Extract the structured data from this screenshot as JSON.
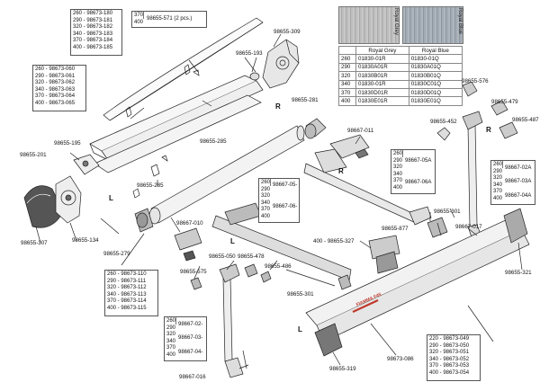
{
  "color_table": {
    "header": [
      "",
      "Royal Grey",
      "Royal Blue"
    ],
    "swatch_labels": [
      "Royal Grey",
      "Royal Blue"
    ],
    "rows": [
      [
        "260",
        "01830-01R",
        "01830-01Q"
      ],
      [
        "290",
        "01830A01R",
        "01830A01Q"
      ],
      [
        "320",
        "01830B01R",
        "01830B01Q"
      ],
      [
        "340",
        "01830-01R",
        "01830C01Q"
      ],
      [
        "370",
        "01830D01R",
        "01830D01Q"
      ],
      [
        "400",
        "01830E01R",
        "01830E01Q"
      ]
    ],
    "colors": {
      "grey": "#b9b9b9",
      "blue": "#9aa3ad"
    }
  },
  "part_lists": {
    "top_front": [
      "260 - 98673-180",
      "290 - 98673-181",
      "320 - 98673-182",
      "340 - 98673-183",
      "370 - 98673-184",
      "400 - 98673-185"
    ],
    "top_rail": [
      "260 - 98673-060",
      "290 - 98673-061",
      "320 - 98673-062",
      "340 - 98673-063",
      "370 - 98673-064",
      "400 - 98673-065"
    ],
    "roller_tube": [
      "260 - 98673-110",
      "290 - 98673-111",
      "320 - 98673-112",
      "340 - 98673-113",
      "370 - 98673-114",
      "400 - 98673-115"
    ],
    "front_bar": [
      "220 - 98673-049",
      "290 - 98673-050",
      "320 - 98673-051",
      "340 - 98673-052",
      "370 - 98673-053",
      "400 - 98673-054"
    ]
  },
  "size_boxes": {
    "arm_05": {
      "sizes": [
        "260",
        "290",
        "320",
        "340",
        "370",
        "400"
      ],
      "parts": [
        "98667-05-",
        "98667-06-"
      ]
    },
    "arm_05A": {
      "sizes": [
        "260",
        "290",
        "320",
        "340",
        "370",
        "400"
      ],
      "parts": [
        "98667-05A",
        "98667-06A"
      ]
    },
    "leg_02": {
      "sizes": [
        "260",
        "290",
        "320",
        "340",
        "370",
        "400"
      ],
      "parts": [
        "98667-02A",
        "98667-03A",
        "98667-04A"
      ]
    },
    "leg_02_left": {
      "sizes": [
        "260",
        "290",
        "320",
        "340",
        "370",
        "400"
      ],
      "parts": [
        "98667-02-",
        "98667-03-",
        "98667-04-"
      ]
    },
    "end_cap": {
      "sizes": [
        "370",
        "400"
      ],
      "parts": [
        "98655-571 (2 pcs.)"
      ]
    }
  },
  "labels": {
    "p309": "98655-309",
    "p193": "98655-193",
    "p576": "98655-576",
    "p479": "98655-479",
    "p487": "98655-487",
    "p452": "98655-452",
    "p281": "98655-281",
    "p285a": "98655-285",
    "p285b": "98655-285",
    "p195": "98655-195",
    "p201": "98655-201",
    "p307": "98655-307",
    "p134": "98655-134",
    "p279": "98655-279",
    "p011": "98667-011",
    "p010": "98667-010",
    "p575": "98655-575",
    "p050": "98655-050",
    "p478": "98655-478",
    "p486": "98655-486",
    "p327": "400 - 98655-327",
    "p877": "98655-877",
    "p301a": "98655-301",
    "p301b": "98655-301",
    "p017": "98667-017",
    "p321": "98655-321",
    "p016": "98667-016",
    "p319": "98655-319",
    "p086": "98673-086",
    "R1": "R",
    "R2": "R",
    "R3": "R",
    "L1": "L",
    "L2": "L",
    "L3": "L",
    "brand": "FIAMMA F45"
  }
}
